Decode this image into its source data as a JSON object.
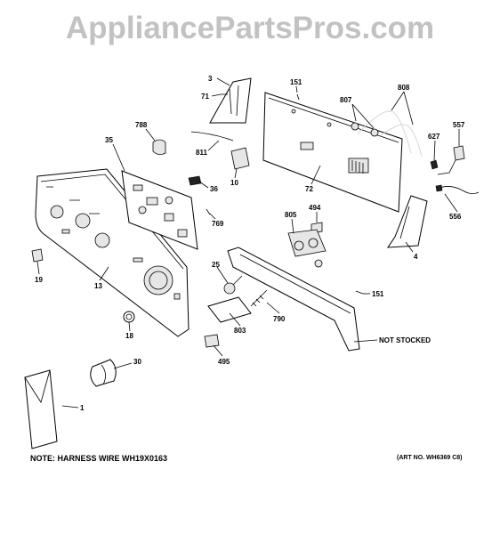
{
  "watermark": "AppliancePartsPros.com",
  "parts": [
    {
      "id": "p3",
      "label": "3"
    },
    {
      "id": "p151a",
      "label": "151"
    },
    {
      "id": "p808",
      "label": "808"
    },
    {
      "id": "p71",
      "label": "71"
    },
    {
      "id": "p807",
      "label": "807"
    },
    {
      "id": "p557",
      "label": "557"
    },
    {
      "id": "p788",
      "label": "788"
    },
    {
      "id": "p627",
      "label": "627"
    },
    {
      "id": "p35",
      "label": "35"
    },
    {
      "id": "p811",
      "label": "811"
    },
    {
      "id": "p10",
      "label": "10"
    },
    {
      "id": "p72",
      "label": "72"
    },
    {
      "id": "p36",
      "label": "36"
    },
    {
      "id": "p556",
      "label": "556"
    },
    {
      "id": "p494",
      "label": "494"
    },
    {
      "id": "p769",
      "label": "769"
    },
    {
      "id": "p805",
      "label": "805"
    },
    {
      "id": "p4",
      "label": "4"
    },
    {
      "id": "p19",
      "label": "19"
    },
    {
      "id": "p25",
      "label": "25"
    },
    {
      "id": "p13",
      "label": "13"
    },
    {
      "id": "p151b",
      "label": "151"
    },
    {
      "id": "p790",
      "label": "790"
    },
    {
      "id": "p803",
      "label": "803"
    },
    {
      "id": "p18",
      "label": "18"
    },
    {
      "id": "pns",
      "label": "NOT STOCKED"
    },
    {
      "id": "p495",
      "label": "495"
    },
    {
      "id": "p30",
      "label": "30"
    },
    {
      "id": "p1",
      "label": "1"
    }
  ],
  "notes": {
    "harness": "NOTE: HARNESS WIRE WH19X0163",
    "art_no": "(ART NO. WH6369 C8)"
  }
}
